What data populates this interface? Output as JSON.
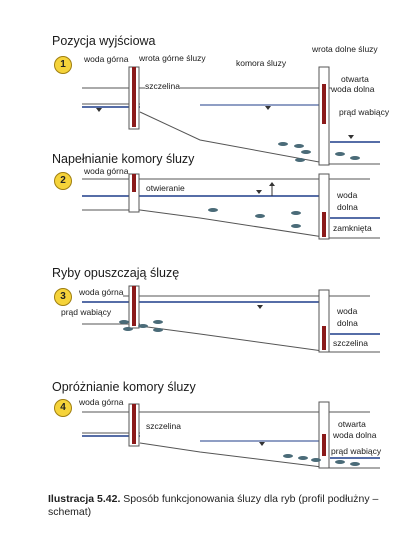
{
  "panels": [
    {
      "number": "1",
      "title": "Pozycja wyjściowa",
      "labels": {
        "headwater": "woda górna",
        "upper_gate": "wrota górne śluzy",
        "lower_gate": "wrota dolne śluzy",
        "chamber": "komora śluzy",
        "gap": "szczelina",
        "open_tailwater_1": "otwarta",
        "open_tailwater_2": "woda dolna",
        "attraction_flow": "prąd wabiący"
      }
    },
    {
      "number": "2",
      "title": "Napełnianie komory śluzy",
      "labels": {
        "headwater": "woda górna",
        "opening": "otwieranie",
        "tailwater_1": "woda",
        "tailwater_2": "dolna",
        "closed": "zamknięta"
      }
    },
    {
      "number": "3",
      "title": "Ryby opuszczają śluzę",
      "labels": {
        "headwater": "woda górna",
        "attraction_flow": "prąd wabiący",
        "tailwater_1": "woda",
        "tailwater_2": "dolna",
        "gap": "szczelina"
      }
    },
    {
      "number": "4",
      "title": "Opróżnianie komory śluzy",
      "labels": {
        "headwater": "woda górna",
        "gap": "szczelina",
        "open_tailwater_1": "otwarta",
        "open_tailwater_2": "woda dolna",
        "attraction_flow": "prąd wabiący"
      }
    }
  ],
  "caption": {
    "label": "Ilustracja 5.42.",
    "text": " Sposób funkcjonowania śluzy dla ryb (profil podłużny – schemat)"
  },
  "colors": {
    "badge": "#f5d33a",
    "gate": "#8b1a1a",
    "water": "#1f3d8a",
    "line": "#555555",
    "fish": "#4a6b78"
  }
}
